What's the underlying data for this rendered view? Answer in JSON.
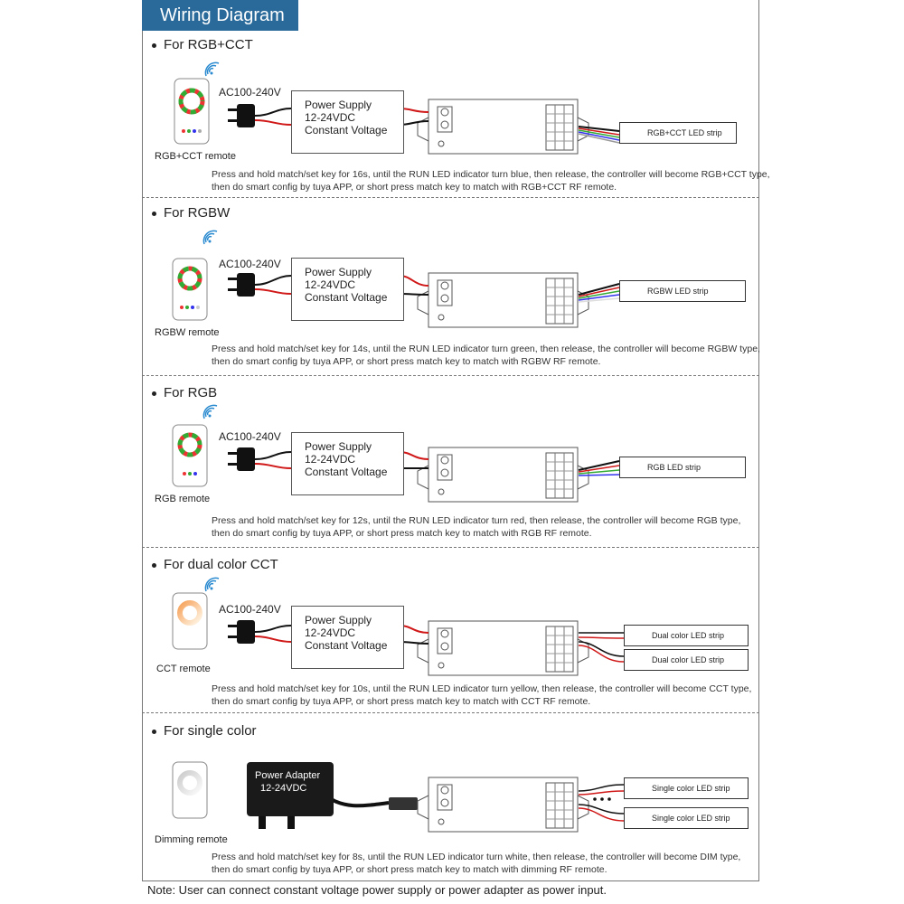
{
  "header": {
    "title": "Wiring Diagram"
  },
  "sections": [
    {
      "heading": "For RGB+CCT",
      "remote_label": "RGB+CCT remote",
      "ac_label": "AC100-240V",
      "power_supply": [
        "Power Supply",
        "12-24VDC",
        "Constant Voltage"
      ],
      "strips": [
        "RGB+CCT LED strip"
      ],
      "desc": [
        "Press and hold match/set key for 16s, until the RUN LED indicator turn blue, then release, the controller will become RGB+CCT type,",
        "then do smart config by tuya APP, or short press match key to match with RGB+CCT RF remote."
      ]
    },
    {
      "heading": "For RGBW",
      "remote_label": "RGBW remote",
      "ac_label": "AC100-240V",
      "power_supply": [
        "Power Supply",
        "12-24VDC",
        "Constant Voltage"
      ],
      "strips": [
        "RGBW LED strip"
      ],
      "desc": [
        "Press and hold match/set key for 14s, until the RUN LED indicator turn green, then release, the controller will become RGBW type,",
        "then do smart config by tuya APP, or short press match key to match with RGBW RF remote."
      ]
    },
    {
      "heading": "For RGB",
      "remote_label": "RGB remote",
      "ac_label": "AC100-240V",
      "power_supply": [
        "Power Supply",
        "12-24VDC",
        "Constant Voltage"
      ],
      "strips": [
        "RGB LED strip"
      ],
      "desc": [
        "Press and hold match/set key for 12s, until the RUN LED indicator turn red, then release, the controller will become RGB type,",
        "then do smart config by tuya APP, or short press match key to match with RGB RF remote."
      ]
    },
    {
      "heading": "For dual color CCT",
      "remote_label": "CCT remote",
      "ac_label": "AC100-240V",
      "power_supply": [
        "Power Supply",
        "12-24VDC",
        "Constant Voltage"
      ],
      "strips": [
        "Dual color LED strip",
        "Dual color LED strip"
      ],
      "desc": [
        "Press and hold match/set key for 10s, until the RUN LED indicator turn yellow, then release, the controller will become CCT type,",
        "then do smart config by tuya APP, or short press match key to match with CCT RF remote."
      ]
    },
    {
      "heading": "For single color",
      "remote_label": "Dimming remote",
      "adapter": [
        "Power Adapter",
        "12-24VDC"
      ],
      "strips": [
        "Single color LED strip",
        "Single color LED strip"
      ],
      "desc": [
        "Press and hold match/set key for 8s, until the RUN LED indicator turn white, then release, the controller will become DIM type,",
        "then do smart config by tuya APP, or short press match key to match with dimming RF remote."
      ]
    }
  ],
  "note": "Note: User can connect constant voltage power supply or power adapter as power input.",
  "colors": {
    "header_bg": "#2a6a9a",
    "wire_red": "#d01818",
    "wire_black": "#111111"
  }
}
